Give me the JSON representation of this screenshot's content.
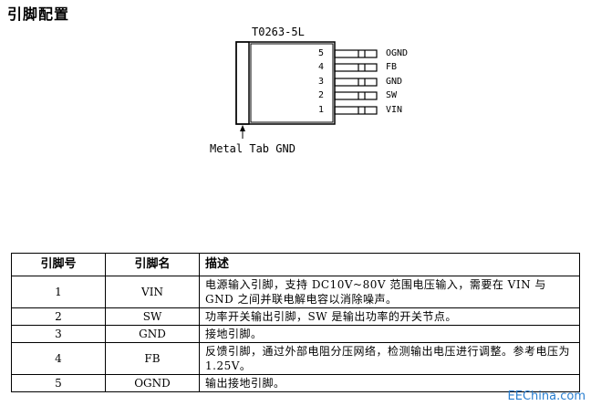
{
  "section_title": "引脚配置",
  "package": {
    "label": "T0263-5L",
    "tab_label": "Metal Tab GND",
    "pins": [
      {
        "num": "5",
        "name": "OGND"
      },
      {
        "num": "4",
        "name": "FB"
      },
      {
        "num": "3",
        "name": "GND"
      },
      {
        "num": "2",
        "name": "SW"
      },
      {
        "num": "1",
        "name": "VIN"
      }
    ]
  },
  "table": {
    "headers": [
      "引脚号",
      "引脚名",
      "描述"
    ],
    "rows": [
      {
        "num": "1",
        "name": "VIN",
        "desc": "电源输入引脚，支持 DC10V~80V 范围电压输入，需要在 VIN 与 GND 之间并联电解电容以消除噪声。"
      },
      {
        "num": "2",
        "name": "SW",
        "desc": "功率开关输出引脚，SW 是输出功率的开关节点。"
      },
      {
        "num": "3",
        "name": "GND",
        "desc": "接地引脚。"
      },
      {
        "num": "4",
        "name": "FB",
        "desc": "反馈引脚，通过外部电阻分压网络，检测输出电压进行调整。参考电压为 1.25V。"
      },
      {
        "num": "5",
        "name": "OGND",
        "desc": "输出接地引脚。"
      }
    ]
  },
  "watermark": "EEChina.com"
}
